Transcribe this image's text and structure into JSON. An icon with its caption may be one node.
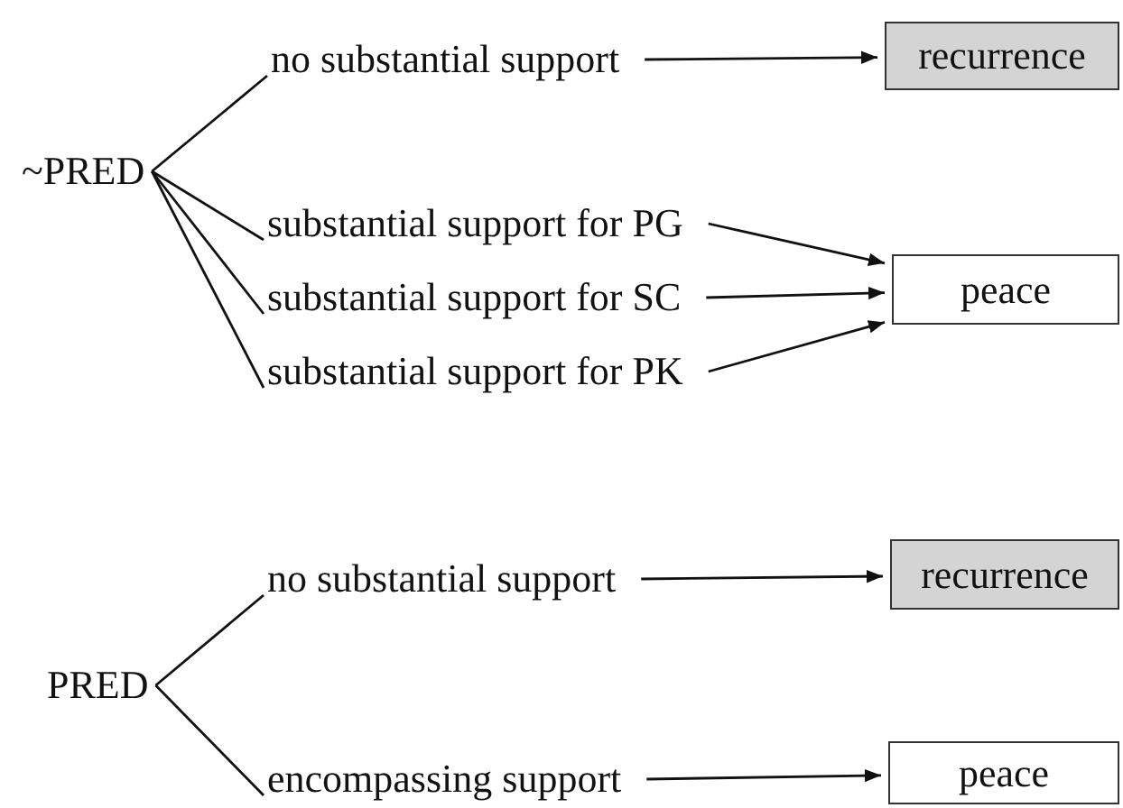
{
  "diagram": {
    "nodes": [
      {
        "text": [
          "~PRED"
        ]
      },
      {
        "text": [
          "no substantial support"
        ]
      },
      {
        "text": [
          "substantial support for PG"
        ]
      },
      {
        "text": [
          "substantial support for SC"
        ]
      },
      {
        "text": [
          "substantial support for PK"
        ]
      },
      {
        "text": [
          "recurrence"
        ]
      },
      {
        "text": [
          "peace"
        ]
      },
      {
        "text": [
          "PRED"
        ]
      },
      {
        "text": [
          "no substantial support"
        ]
      },
      {
        "text": [
          "recurrence"
        ]
      },
      {
        "text": [
          "encompassing support"
        ]
      },
      {
        "text": [
          "peace"
        ]
      }
    ],
    "edges": [
      {
        "from": 0,
        "to": 1,
        "arrow": "none"
      },
      {
        "from": 0,
        "to": 2,
        "arrow": "none"
      },
      {
        "from": 0,
        "to": 3,
        "arrow": "none"
      },
      {
        "from": 0,
        "to": 4,
        "arrow": "none"
      },
      {
        "from": 1,
        "to": 5,
        "arrow": "to"
      },
      {
        "from": 2,
        "to": 6,
        "arrow": "to"
      },
      {
        "from": 3,
        "to": 6,
        "arrow": "to"
      },
      {
        "from": 4,
        "to": 6,
        "arrow": "to"
      },
      {
        "from": 7,
        "to": 8,
        "arrow": "none"
      },
      {
        "from": 7,
        "to": 10,
        "arrow": "none"
      },
      {
        "from": 8,
        "to": 9,
        "arrow": "to"
      },
      {
        "from": 10,
        "to": 11,
        "arrow": "to"
      }
    ]
  }
}
